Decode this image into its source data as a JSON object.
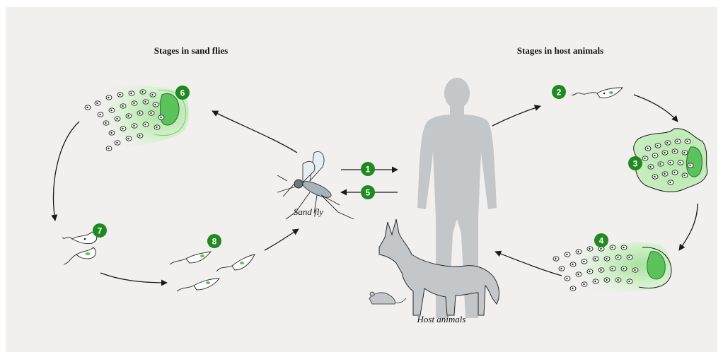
{
  "headings": {
    "sand_flies": "Stages in sand flies",
    "host_animals": "Stages in host animals"
  },
  "labels": {
    "sand_fly": "Sand fly",
    "host_animals": "Host animals"
  },
  "steps": [
    "1",
    "2",
    "3",
    "4",
    "5",
    "6",
    "7",
    "8"
  ],
  "colors": {
    "background": "#f2efef",
    "badge": "#1f8a1f",
    "tissue": "#c9eec2",
    "tissue_dark": "#5cc35c",
    "silhouette": "#c3c7c9",
    "arrow": "#1a1a1a"
  }
}
